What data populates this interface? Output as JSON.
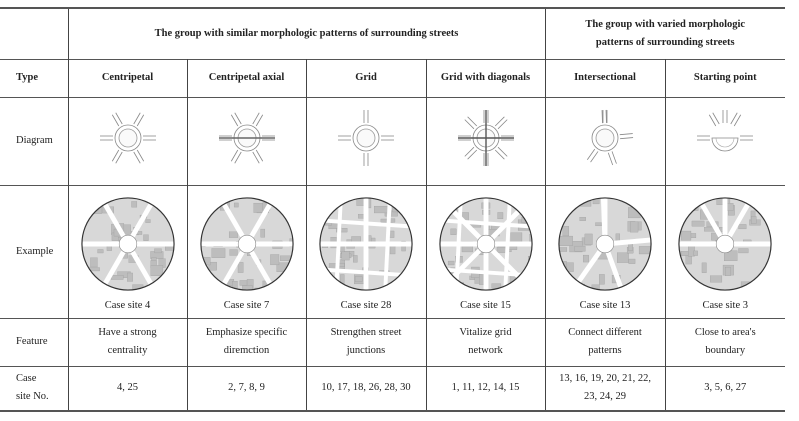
{
  "header": {
    "group_similar": "The group with similar morphologic patterns of surrounding streets",
    "group_varied": "The group with varied morphologic patterns of surrounding streets"
  },
  "row_labels": {
    "type": "Type",
    "diagram": "Diagram",
    "example": "Example",
    "feature": "Feature",
    "case_site_no": "Case site No."
  },
  "columns": [
    {
      "type": "Centripetal",
      "example_caption": "Case site 4",
      "feature": "Have a strong centrality",
      "case_sites": "4, 25"
    },
    {
      "type": "Centripetal axial",
      "example_caption": "Case site 7",
      "feature": "Emphasize specific diremction",
      "case_sites": "2, 7, 8, 9"
    },
    {
      "type": "Grid",
      "example_caption": "Case site 28",
      "feature": "Strengthen street junctions",
      "case_sites": "10, 17, 18, 26, 28, 30"
    },
    {
      "type": "Grid with diagonals",
      "example_caption": "Case site 15",
      "feature": "Vitalize grid network",
      "case_sites": "1, 11, 12, 14, 15"
    },
    {
      "type": "Intersectional",
      "example_caption": "Case site 13",
      "feature": "Connect different patterns",
      "case_sites": "13, 16, 19, 20, 21, 22, 23, 24, 29"
    },
    {
      "type": "Starting point",
      "example_caption": "Case site 3",
      "feature": "Close to area's boundary",
      "case_sites": "3, 5, 6, 27"
    }
  ]
}
